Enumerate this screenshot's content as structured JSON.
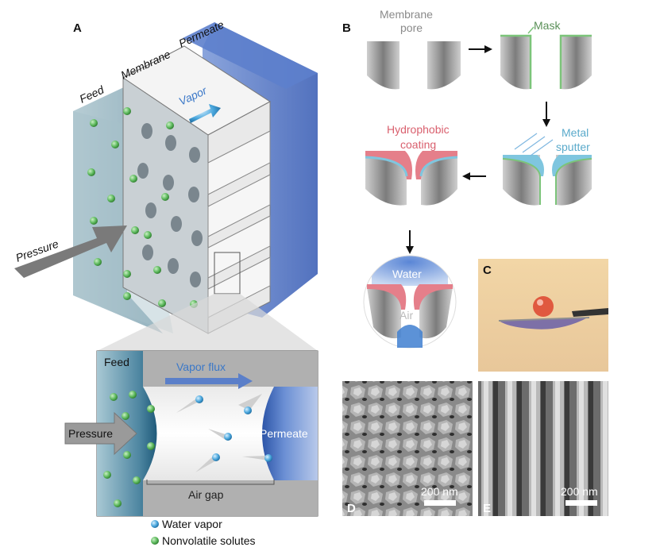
{
  "panels": {
    "A": {
      "letter": "A",
      "labels": {
        "feed": "Feed",
        "membrane": "Membrane",
        "permeate": "Permeate",
        "vapor": "Vapor",
        "pressure": "Pressure"
      }
    },
    "inset": {
      "labels": {
        "feed": "Feed",
        "vapor_flux": "Vapor flux",
        "pressure": "Pressure",
        "permeate": "Permeate",
        "air_gap": "Air gap"
      },
      "legend": [
        {
          "label": "Water vapor",
          "color": "#49a6dc"
        },
        {
          "label": "Nonvolatile solutes",
          "color": "#5cb85c"
        }
      ]
    },
    "B": {
      "letter": "B",
      "labels": {
        "membrane_pore_1": "Membrane",
        "membrane_pore_2": "pore",
        "mask": "Mask",
        "metal_1": "Metal",
        "metal_2": "sputter",
        "hydrophobic_1": "Hydrophobic",
        "hydrophobic_2": "coating",
        "water": "Water",
        "air": "Air"
      }
    },
    "C": {
      "letter": "C"
    },
    "D": {
      "letter": "D",
      "scale_bar": "200 nm"
    },
    "E": {
      "letter": "E",
      "scale_bar": "200 nm"
    }
  },
  "colors": {
    "feed": "#8fb6c2",
    "permeate": "#4f74c0",
    "vapor_arrow": "#3b78c8",
    "water_vapor": "#49a6dc",
    "solute": "#5cb85c",
    "mask": "#7cc47a",
    "metal": "#7fc6df",
    "hydrophobic": "#e57f8a",
    "pore_gray": "#8c8c8c"
  }
}
